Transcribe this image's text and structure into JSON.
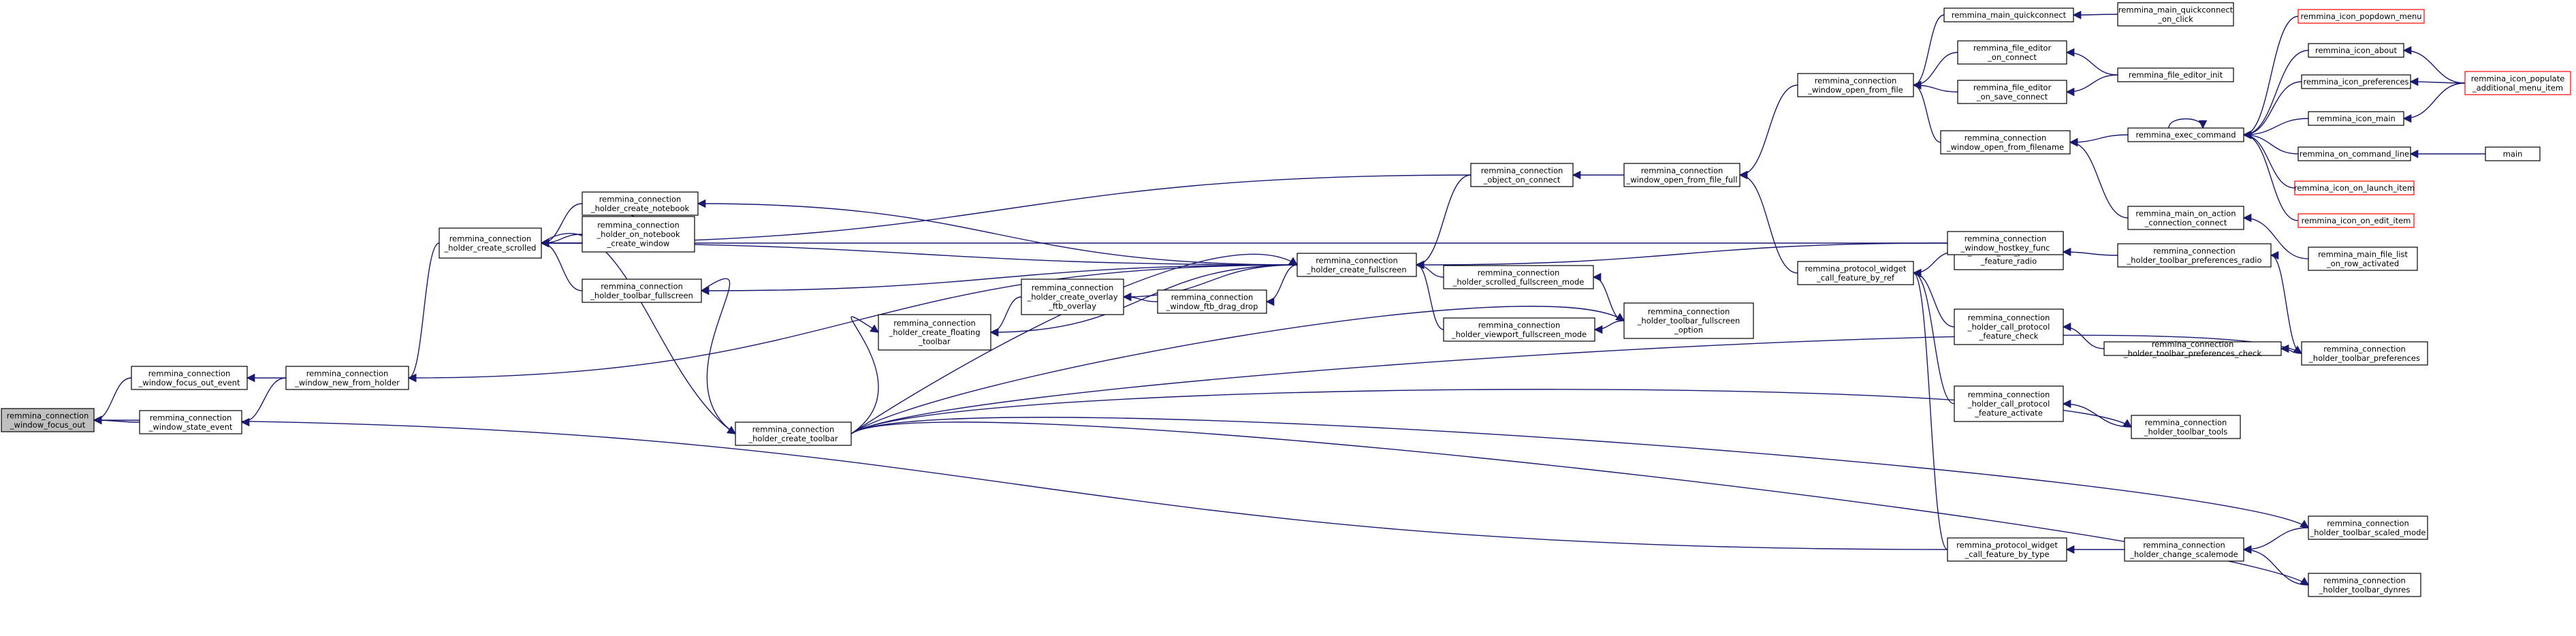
{
  "nodes": [
    {
      "id": "n0",
      "lines": [
        "remmina_connection",
        "_window_focus_out"
      ],
      "style": "root"
    },
    {
      "id": "n1",
      "lines": [
        "remmina_connection",
        "_window_focus_out_event"
      ]
    },
    {
      "id": "n2",
      "lines": [
        "remmina_connection",
        "_window_state_event"
      ]
    },
    {
      "id": "n3",
      "lines": [
        "remmina_connection",
        "_window_new_from_holder"
      ]
    },
    {
      "id": "n4",
      "lines": [
        "remmina_connection",
        "_holder_create_scrolled"
      ]
    },
    {
      "id": "n5",
      "lines": [
        "remmina_connection",
        "_holder_on_notebook",
        "_create_window"
      ]
    },
    {
      "id": "n6",
      "lines": [
        "remmina_connection",
        "_holder_create_notebook"
      ]
    },
    {
      "id": "n7",
      "lines": [
        "remmina_connection",
        "_holder_toolbar_fullscreen"
      ]
    },
    {
      "id": "n8",
      "lines": [
        "remmina_connection",
        "_holder_create_toolbar"
      ]
    },
    {
      "id": "n9",
      "lines": [
        "remmina_connection",
        "_holder_create_floating",
        "_toolbar"
      ]
    },
    {
      "id": "n10",
      "lines": [
        "remmina_connection",
        "_holder_create_overlay",
        "_ftb_overlay"
      ]
    },
    {
      "id": "n11",
      "lines": [
        "remmina_connection",
        "_window_ftb_drag_drop"
      ]
    },
    {
      "id": "n12",
      "lines": [
        "remmina_connection",
        "_holder_create_fullscreen"
      ]
    },
    {
      "id": "n13",
      "lines": [
        "remmina_connection",
        "_object_on_connect"
      ]
    },
    {
      "id": "n14",
      "lines": [
        "remmina_connection",
        "_holder_scrolled_fullscreen_mode"
      ]
    },
    {
      "id": "n15",
      "lines": [
        "remmina_connection",
        "_holder_viewport_fullscreen_mode"
      ]
    },
    {
      "id": "n16",
      "lines": [
        "remmina_connection",
        "_window_open_from_file_full"
      ]
    },
    {
      "id": "n17",
      "lines": [
        "remmina_connection",
        "_holder_toolbar_fullscreen",
        "_option"
      ]
    },
    {
      "id": "n18",
      "lines": [
        "remmina_connection",
        "_window_open_from_file"
      ]
    },
    {
      "id": "n19",
      "lines": [
        "remmina_protocol_widget",
        "_call_feature_by_ref"
      ]
    },
    {
      "id": "n20",
      "lines": [
        "remmina_protocol_widget",
        "_call_feature_by_type"
      ]
    },
    {
      "id": "n21",
      "lines": [
        "remmina_main_quickconnect"
      ]
    },
    {
      "id": "n22",
      "lines": [
        "remmina_file_editor",
        "_on_connect"
      ]
    },
    {
      "id": "n23",
      "lines": [
        "remmina_file_editor",
        "_on_save_connect"
      ]
    },
    {
      "id": "n24",
      "lines": [
        "remmina_connection",
        "_window_open_from_filename"
      ]
    },
    {
      "id": "n25",
      "lines": [
        "remmina_connection",
        "_holder_call_protocol",
        "_feature_radio"
      ]
    },
    {
      "id": "n26",
      "lines": [
        "remmina_connection",
        "_holder_call_protocol",
        "_feature_check"
      ]
    },
    {
      "id": "n27",
      "lines": [
        "remmina_connection",
        "_holder_call_protocol",
        "_feature_activate"
      ]
    },
    {
      "id": "n28",
      "lines": [
        "remmina_connection",
        "_holder_change_scalemode"
      ]
    },
    {
      "id": "n29",
      "lines": [
        "remmina_main_quickconnect",
        "_on_click"
      ]
    },
    {
      "id": "n30",
      "lines": [
        "remmina_file_editor_init"
      ]
    },
    {
      "id": "n31",
      "lines": [
        "remmina_exec_command"
      ]
    },
    {
      "id": "n32",
      "lines": [
        "remmina_main_on_action",
        "_connection_connect"
      ]
    },
    {
      "id": "n33",
      "lines": [
        "remmina_connection",
        "_window_hostkey_func"
      ]
    },
    {
      "id": "n34",
      "lines": [
        "remmina_connection",
        "_holder_toolbar_preferences_radio"
      ]
    },
    {
      "id": "n35",
      "lines": [
        "remmina_connection",
        "_holder_toolbar_preferences_check"
      ]
    },
    {
      "id": "n36",
      "lines": [
        "remmina_connection",
        "_holder_toolbar_tools"
      ]
    },
    {
      "id": "n37",
      "lines": [
        "remmina_connection",
        "_holder_toolbar_scaled_mode"
      ]
    },
    {
      "id": "n38",
      "lines": [
        "remmina_connection",
        "_holder_toolbar_dynres"
      ]
    },
    {
      "id": "n39",
      "lines": [
        "remmina_icon_popdown_menu"
      ],
      "style": "truncated"
    },
    {
      "id": "n40",
      "lines": [
        "remmina_icon_about"
      ]
    },
    {
      "id": "n41",
      "lines": [
        "remmina_icon_preferences"
      ]
    },
    {
      "id": "n42",
      "lines": [
        "remmina_icon_main"
      ]
    },
    {
      "id": "n43",
      "lines": [
        "remmina_on_command_line"
      ]
    },
    {
      "id": "n44",
      "lines": [
        "remmina_icon_on_launch_item"
      ],
      "style": "truncated"
    },
    {
      "id": "n45",
      "lines": [
        "remmina_icon_on_edit_item"
      ],
      "style": "truncated"
    },
    {
      "id": "n46",
      "lines": [
        "remmina_main_file_list",
        "_on_row_activated"
      ]
    },
    {
      "id": "n47",
      "lines": [
        "remmina_connection",
        "_holder_toolbar_preferences"
      ]
    },
    {
      "id": "n48",
      "lines": [
        "remmina_icon_populate",
        "_additional_menu_item"
      ],
      "style": "truncated"
    },
    {
      "id": "n49",
      "lines": [
        "main"
      ]
    }
  ],
  "edges": [
    {
      "from": "n1",
      "to": "n0"
    },
    {
      "from": "n2",
      "to": "n0"
    },
    {
      "from": "n20",
      "to": "n0"
    },
    {
      "from": "n3",
      "to": "n1"
    },
    {
      "from": "n3",
      "to": "n2"
    },
    {
      "from": "n4",
      "to": "n3"
    },
    {
      "from": "n12",
      "to": "n3"
    },
    {
      "from": "n5",
      "to": "n4"
    },
    {
      "from": "n6",
      "to": "n4"
    },
    {
      "from": "n7",
      "to": "n4"
    },
    {
      "from": "n12",
      "to": "n4"
    },
    {
      "from": "n13",
      "to": "n4"
    },
    {
      "from": "n33",
      "to": "n4"
    },
    {
      "from": "n6",
      "to": "n5"
    },
    {
      "from": "n12",
      "to": "n6"
    },
    {
      "from": "n12",
      "to": "n7"
    },
    {
      "from": "n7",
      "to": "n8"
    },
    {
      "from": "n4",
      "to": "n8"
    },
    {
      "from": "n8",
      "to": "n9"
    },
    {
      "from": "n10",
      "to": "n9"
    },
    {
      "from": "n12",
      "to": "n9"
    },
    {
      "from": "n11",
      "to": "n10"
    },
    {
      "from": "n12",
      "to": "n10"
    },
    {
      "from": "n12",
      "to": "n11"
    },
    {
      "from": "n8",
      "to": "n12"
    },
    {
      "from": "n13",
      "to": "n12"
    },
    {
      "from": "n14",
      "to": "n12"
    },
    {
      "from": "n15",
      "to": "n12"
    },
    {
      "from": "n33",
      "to": "n12"
    },
    {
      "from": "n16",
      "to": "n13"
    },
    {
      "from": "n17",
      "to": "n14"
    },
    {
      "from": "n17",
      "to": "n15"
    },
    {
      "from": "n18",
      "to": "n16"
    },
    {
      "from": "n19",
      "to": "n16"
    },
    {
      "from": "n8",
      "to": "n17"
    },
    {
      "from": "n21",
      "to": "n18"
    },
    {
      "from": "n22",
      "to": "n18"
    },
    {
      "from": "n23",
      "to": "n18"
    },
    {
      "from": "n24",
      "to": "n18"
    },
    {
      "from": "n25",
      "to": "n19"
    },
    {
      "from": "n26",
      "to": "n19"
    },
    {
      "from": "n27",
      "to": "n19"
    },
    {
      "from": "n20",
      "to": "n19"
    },
    {
      "from": "n28",
      "to": "n20"
    },
    {
      "from": "n29",
      "to": "n21"
    },
    {
      "from": "n30",
      "to": "n22"
    },
    {
      "from": "n30",
      "to": "n23"
    },
    {
      "from": "n31",
      "to": "n24"
    },
    {
      "from": "n32",
      "to": "n24"
    },
    {
      "from": "n34",
      "to": "n25"
    },
    {
      "from": "n35",
      "to": "n26"
    },
    {
      "from": "n36",
      "to": "n27"
    },
    {
      "from": "n37",
      "to": "n28"
    },
    {
      "from": "n38",
      "to": "n28"
    },
    {
      "from": "n31",
      "to": "n31"
    },
    {
      "from": "n40",
      "to": "n31"
    },
    {
      "from": "n41",
      "to": "n31"
    },
    {
      "from": "n42",
      "to": "n31"
    },
    {
      "from": "n43",
      "to": "n31"
    },
    {
      "from": "n44",
      "to": "n31"
    },
    {
      "from": "n45",
      "to": "n31"
    },
    {
      "from": "n39",
      "to": "n31"
    },
    {
      "from": "n46",
      "to": "n32"
    },
    {
      "from": "n47",
      "to": "n34"
    },
    {
      "from": "n47",
      "to": "n35"
    },
    {
      "from": "n8",
      "to": "n36"
    },
    {
      "from": "n8",
      "to": "n37"
    },
    {
      "from": "n8",
      "to": "n38"
    },
    {
      "from": "n8",
      "to": "n47"
    },
    {
      "from": "n48",
      "to": "n40"
    },
    {
      "from": "n48",
      "to": "n41"
    },
    {
      "from": "n48",
      "to": "n42"
    },
    {
      "from": "n49",
      "to": "n43"
    }
  ]
}
